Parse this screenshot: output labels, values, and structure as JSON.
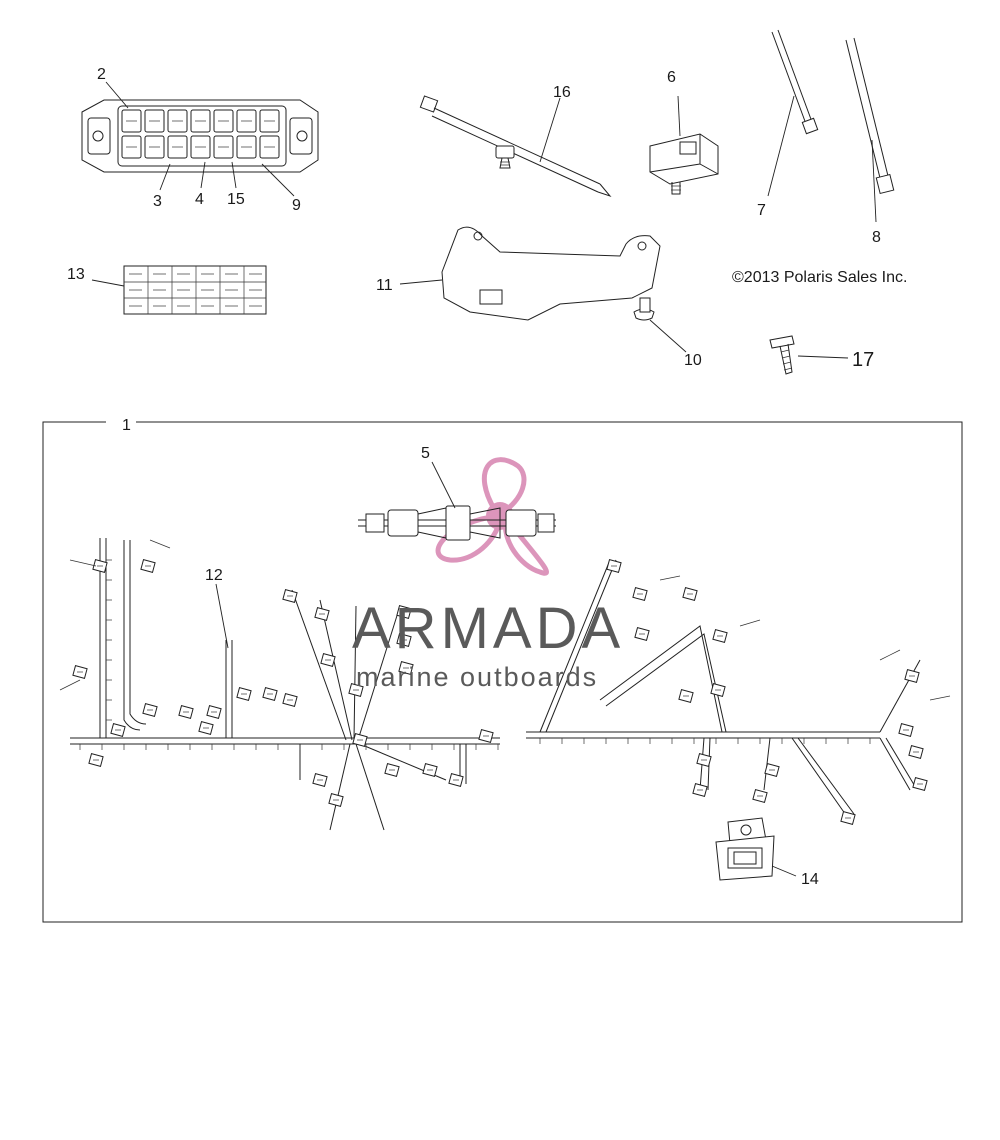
{
  "diagram": {
    "copyright": "©2013 Polaris Sales Inc.",
    "callouts": [
      "1",
      "2",
      "3",
      "4",
      "5",
      "6",
      "7",
      "8",
      "9",
      "10",
      "11",
      "12",
      "13",
      "14",
      "15",
      "16",
      "17"
    ]
  },
  "watermark": {
    "title": "ARMADA",
    "subtitle": "marine outboards",
    "logo_color": "#d98ab4"
  }
}
